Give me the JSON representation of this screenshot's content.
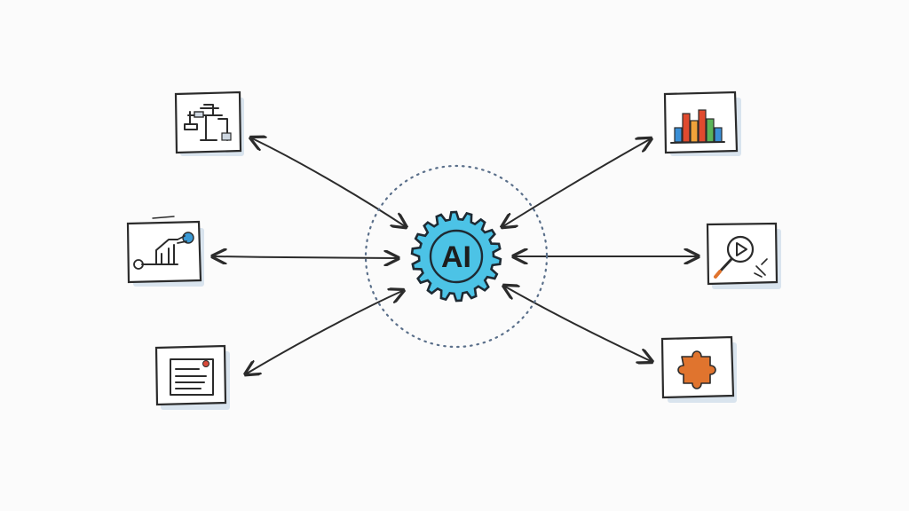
{
  "diagram": {
    "hub": {
      "label": "AI",
      "fill": "#4cc3e6",
      "ring": "#1e2a33",
      "dots": "#5a6f8a"
    },
    "colors": {
      "chart_red": "#e04a2e",
      "chart_orange": "#f0a23a",
      "chart_green": "#5bb55a",
      "chart_blue": "#3a8fd6",
      "puzzle": "#e0742e",
      "accent_blue": "#3a9ad6",
      "accent_red": "#d84a3a"
    },
    "nodes": [
      {
        "id": "machinery",
        "icon": "factory-machine-icon"
      },
      {
        "id": "robotic-arm",
        "icon": "robotic-arm-icon"
      },
      {
        "id": "document",
        "icon": "document-icon"
      },
      {
        "id": "bar-chart",
        "icon": "bar-chart-icon"
      },
      {
        "id": "video-search",
        "icon": "video-search-icon"
      },
      {
        "id": "puzzle",
        "icon": "puzzle-piece-icon"
      }
    ]
  }
}
